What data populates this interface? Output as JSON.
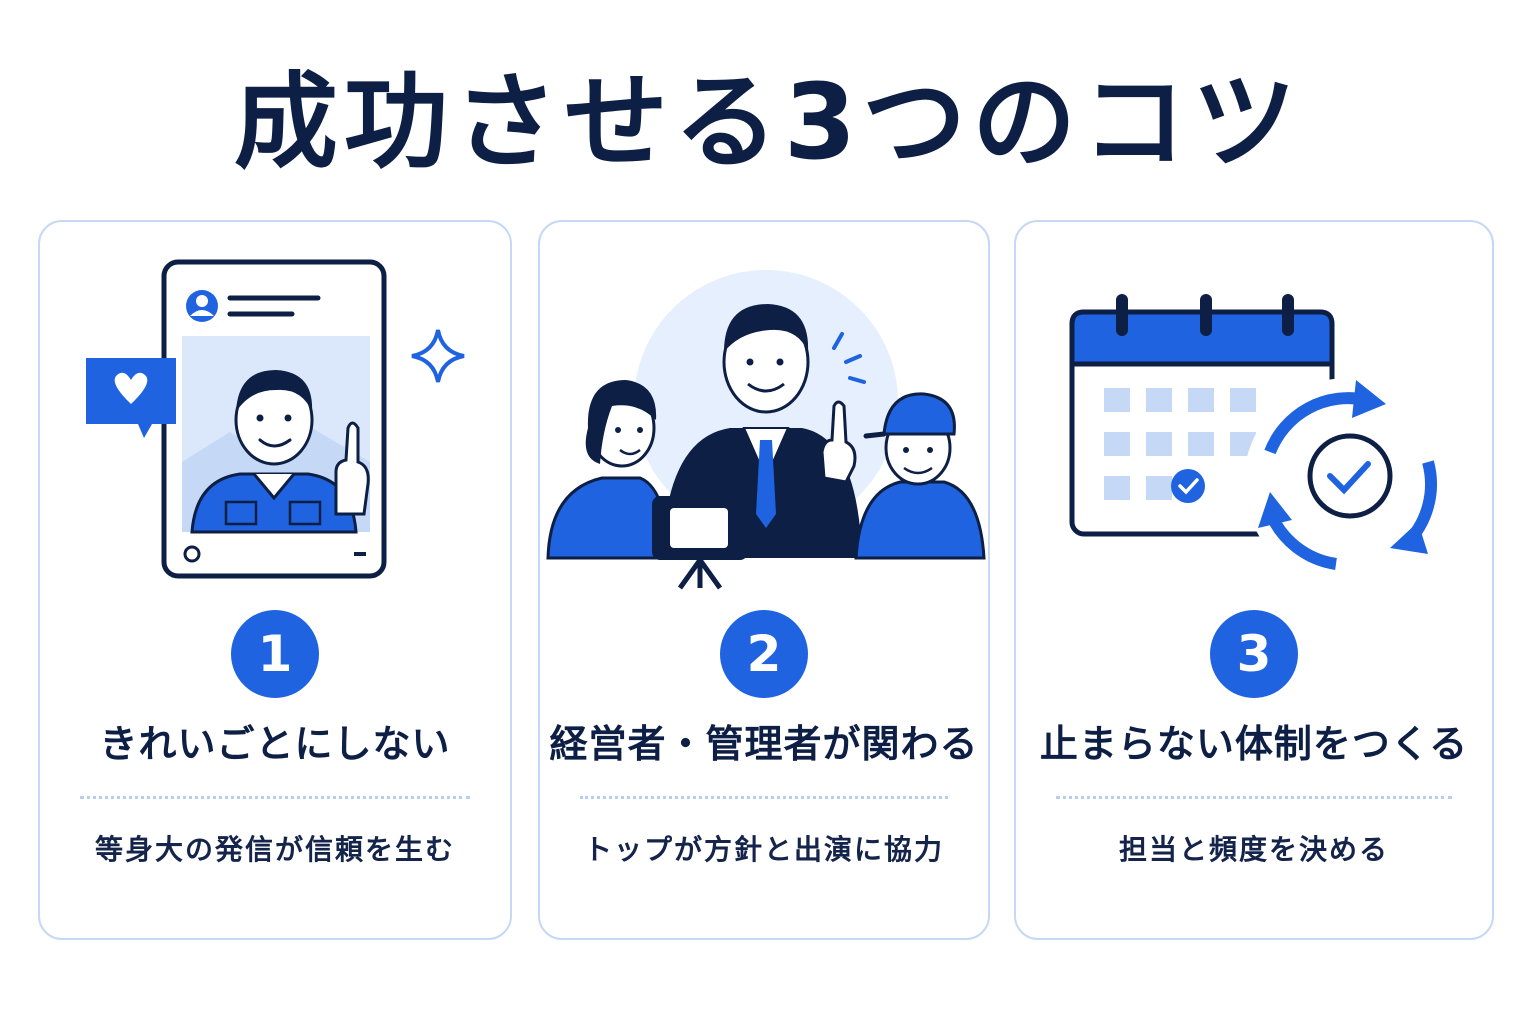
{
  "title": "成功させる3つのコツ",
  "colors": {
    "accent": "#1f63e0",
    "navy": "#0d1f44",
    "light_blue": "#c5d8f6",
    "pale_blue": "#e6effd"
  },
  "cards": [
    {
      "number": "1",
      "heading": "きれいごとにしない",
      "subtext": "等身大の発信が信頼を生む",
      "illustration": "social-post-worker-icon"
    },
    {
      "number": "2",
      "heading": "経営者・管理者が関わる",
      "subtext": "トップが方針と出演に協力",
      "illustration": "executive-with-camera-icon"
    },
    {
      "number": "3",
      "heading": "止まらない体制をつくる",
      "subtext": "担当と頻度を決める",
      "illustration": "calendar-cycle-icon"
    }
  ]
}
